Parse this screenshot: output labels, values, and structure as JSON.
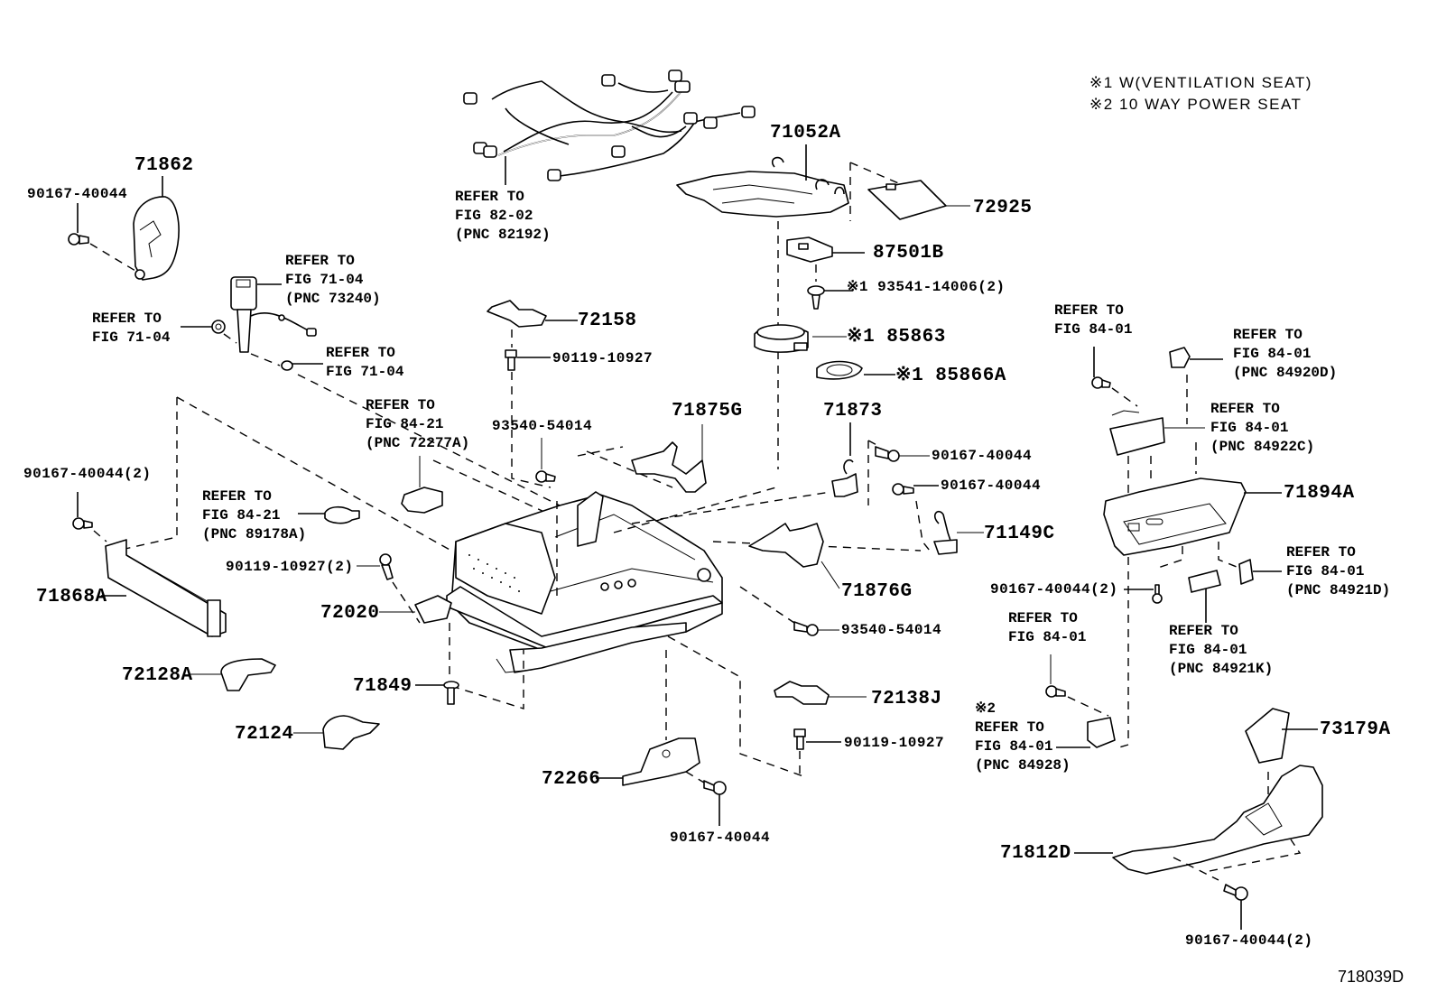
{
  "figure": {
    "id": "718039D",
    "notes": [
      {
        "mark": "※1",
        "text": "W(VENTILATION SEAT)"
      },
      {
        "mark": "※2",
        "text": "10 WAY POWER SEAT"
      }
    ]
  },
  "parts": {
    "p71862": "71862",
    "p90167_a": "90167-40044",
    "p71052A": "71052A",
    "p72925": "72925",
    "p87501B": "87501B",
    "p93541": "※1 93541-14006(2)",
    "p85863": "※1 85863",
    "p85866A": "※1 85866A",
    "p72158": "72158",
    "p90119_a": "90119-10927",
    "p93540_a": "93540-54014",
    "p71875G": "71875G",
    "p71873": "71873",
    "p90167_b": "90167-40044",
    "p90167_c": "90167-40044",
    "p71149C": "71149C",
    "p71876G": "71876G",
    "p90167_2a": "90167-40044(2)",
    "p90119_2": "90119-10927(2)",
    "p71868A": "71868A",
    "p72020": "72020",
    "p93540_b": "93540-54014",
    "p72128A": "72128A",
    "p71849": "71849",
    "p72124": "72124",
    "p72138J": "72138J",
    "p90119_b": "90119-10927",
    "p72266": "72266",
    "p90167_d": "90167-40044",
    "p71894A": "71894A",
    "p90167_2b": "90167-40044(2)",
    "p73179A": "73179A",
    "p71812D": "71812D",
    "p90167_2c": "90167-40044(2)"
  },
  "references": {
    "wire_harness": "REFER TO\nFIG 82-02\n(PNC 82192)",
    "buckle": "REFER TO\nFIG 71-04\n(PNC 73240)",
    "buckle_nut": "REFER TO\nFIG 71-04",
    "buckle_washer": "REFER TO\nFIG 71-04",
    "clip_72277A": "REFER TO\nFIG 84-21\n(PNC 72277A)",
    "sensor_89178A": "REFER TO\nFIG 84-21\n(PNC 89178A)",
    "screw_84_01": "REFER TO\nFIG 84-01",
    "knob_84920D": "REFER TO\nFIG 84-01\n(PNC 84920D)",
    "switch_84922C": "REFER TO\nFIG 84-01\n(PNC 84922C)",
    "knob_84921D": "REFER TO\nFIG 84-01\n(PNC 84921D)",
    "knob_84921K": "REFER TO\nFIG 84-01\n(PNC 84921K)",
    "screw_84_01_b": "REFER TO\nFIG 84-01",
    "switch_84928": "※2\nREFER TO\nFIG 84-01\n(PNC 84928)"
  }
}
